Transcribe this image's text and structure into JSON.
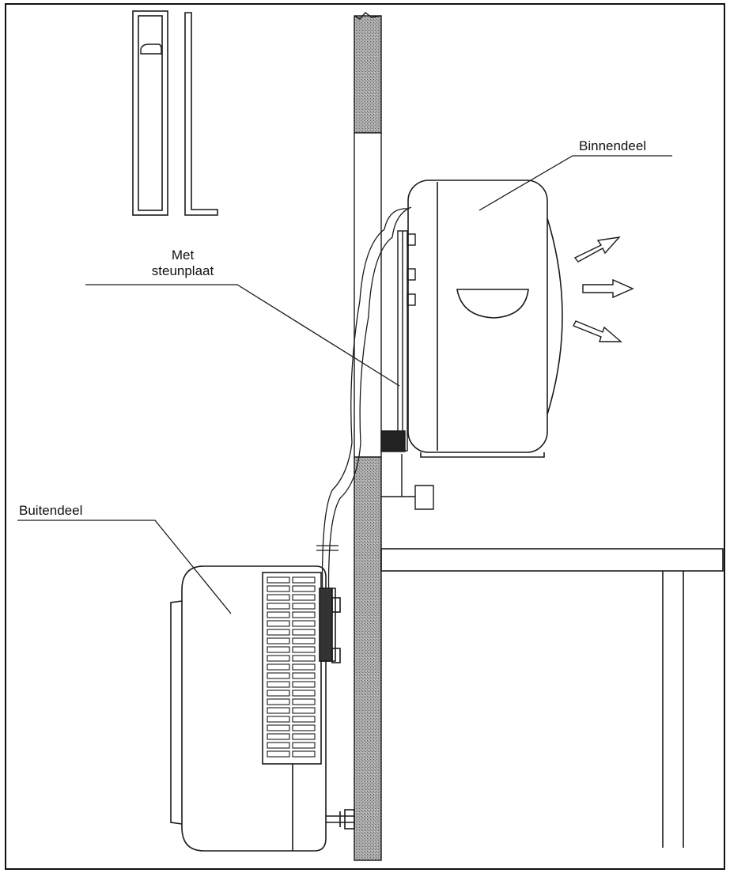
{
  "labels": {
    "indoor_unit": "Binnendeel",
    "bracket_line1": "Met",
    "bracket_line2": "steunplaat",
    "outdoor_unit": "Buitendeel"
  },
  "colors": {
    "line": "#1a1a1a",
    "wall_fill": "#9a9a9a",
    "background": "#ffffff"
  }
}
